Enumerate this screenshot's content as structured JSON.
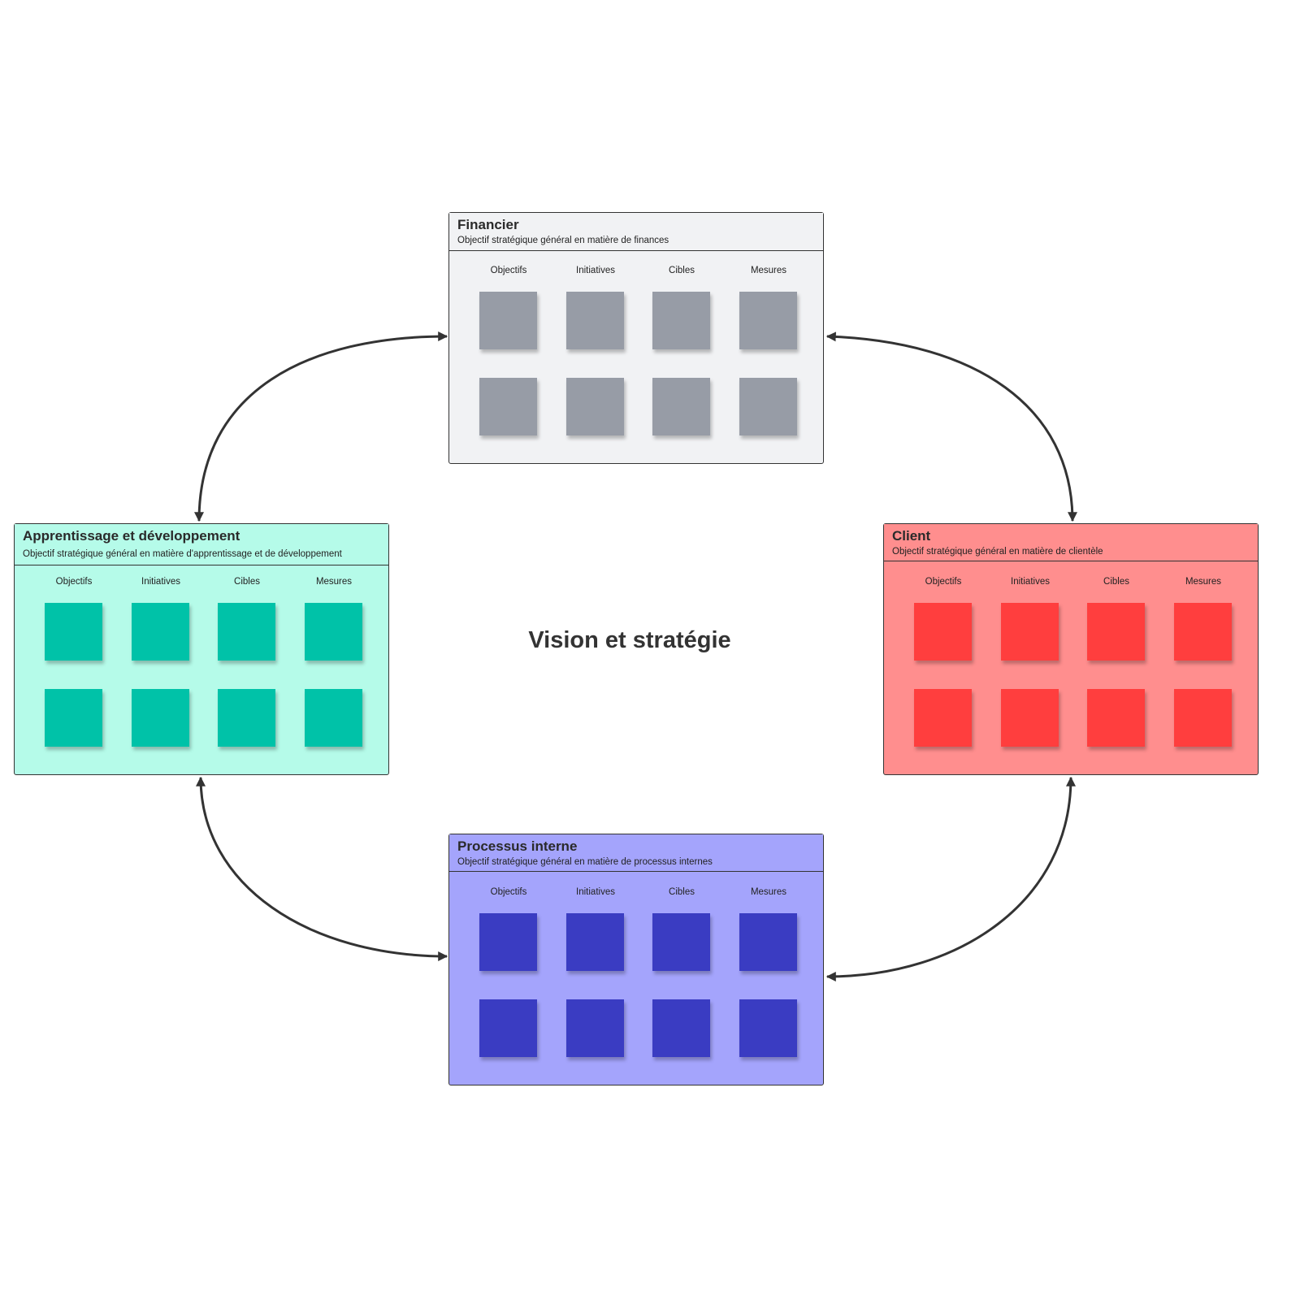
{
  "title": "Vision et stratégie",
  "columns": [
    "Objectifs",
    "Initiatives",
    "Cibles",
    "Mesures"
  ],
  "panels": {
    "financier": {
      "title": "Financier",
      "subtitle": "Objectif stratégique général en matière de finances",
      "bg": "#f1f2f4",
      "sticky": "#979ca6"
    },
    "apprentissage": {
      "title": "Apprentissage et développement",
      "subtitle": "Objectif stratégique général en  matière d'apprentissage et de développement",
      "bg": "#b5fbe9",
      "sticky": "#00c2a8"
    },
    "client": {
      "title": "Client",
      "subtitle": "Objectif stratégique général en matière de clientèle",
      "bg": "#ff8e8e",
      "sticky": "#ff3e3e"
    },
    "processus": {
      "title": "Processus interne",
      "subtitle": "Objectif stratégique général en matière de processus internes",
      "bg": "#a4a4fc",
      "sticky": "#3a3cc2"
    }
  }
}
